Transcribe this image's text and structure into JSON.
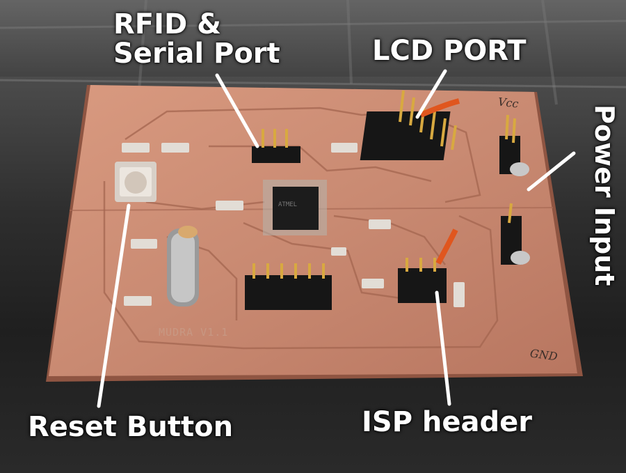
{
  "labels": {
    "rfid_line1": "RFID &",
    "rfid_line2": "Serial Port",
    "lcd": "LCD PORT",
    "power": "Power Input",
    "reset": "Reset Button",
    "isp": "ISP header"
  },
  "board": {
    "silkscreen": "MUDRA V1.1",
    "vcc_mark": "Vcc",
    "gnd_mark": "GND"
  },
  "colors": {
    "pcb_copper": "#c98a72",
    "pcb_shadow": "#8f5542",
    "header_black": "#161616",
    "pin_gold": "#d8a940",
    "label_white": "#ffffff",
    "wire_orange": "#e0561e"
  }
}
